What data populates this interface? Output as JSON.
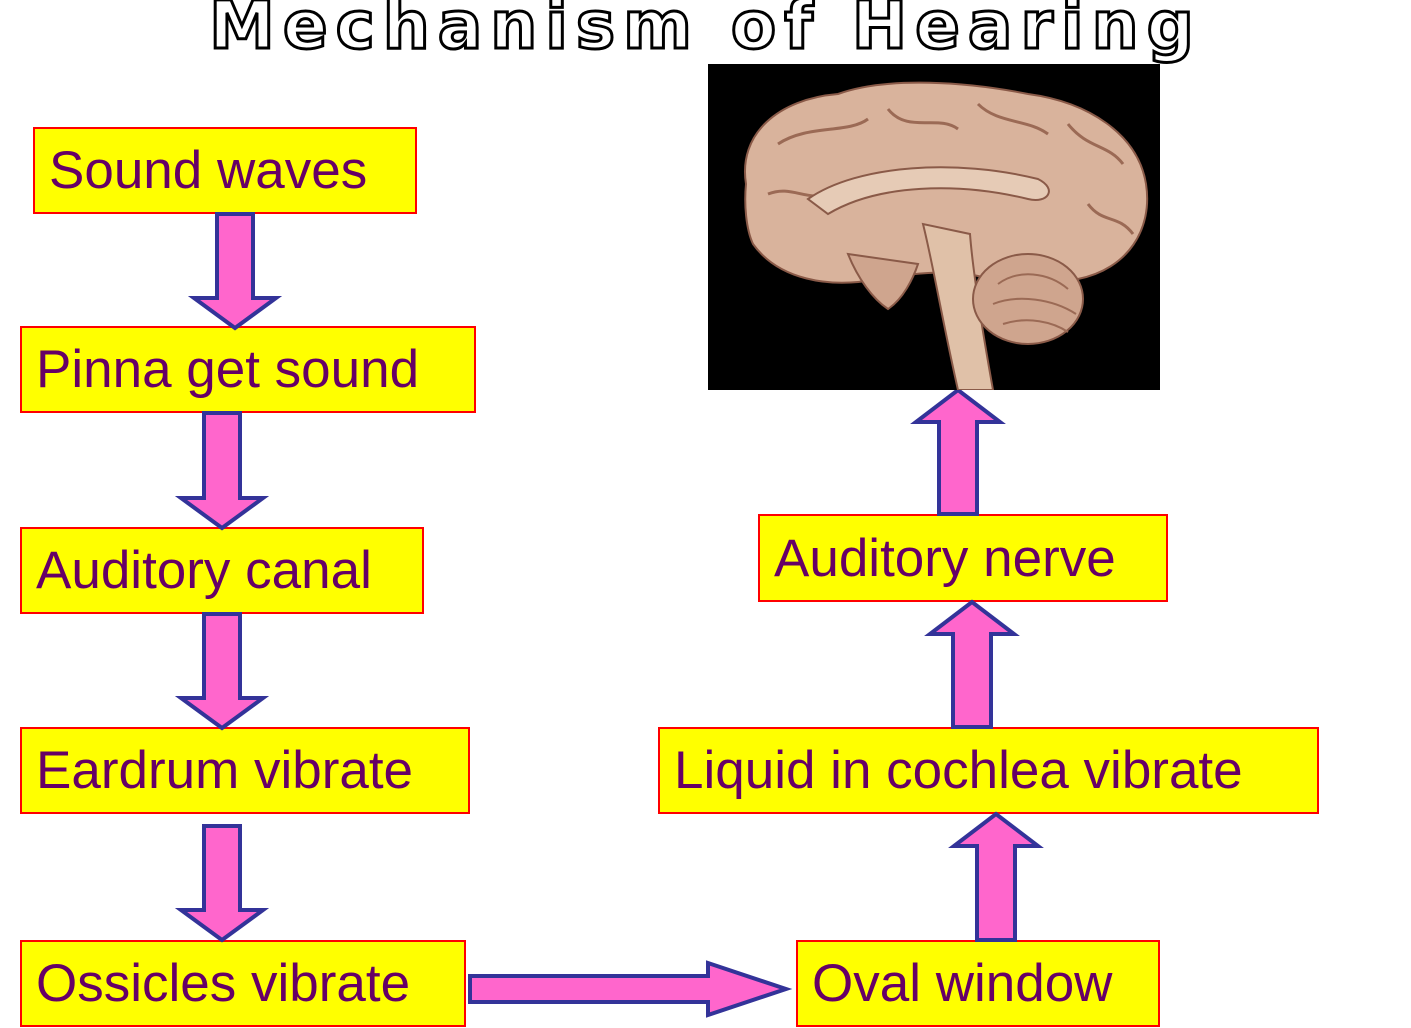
{
  "title": "Mechanism of Hearing",
  "steps": {
    "sound_waves": "Sound waves",
    "pinna": "Pinna get sound",
    "auditory_canal": "Auditory canal",
    "eardrum": "Eardrum vibrate",
    "ossicles": "Ossicles vibrate",
    "oval_window": "Oval window",
    "cochlea": "Liquid in cochlea vibrate",
    "auditory_nerve": "Auditory nerve"
  },
  "colors": {
    "box_fill": "#ffff00",
    "box_border": "#ff0000",
    "text": "#660066",
    "arrow_fill": "#ff66cc",
    "arrow_stroke": "#333399"
  },
  "image": {
    "subject": "brain-sagittal-section"
  }
}
